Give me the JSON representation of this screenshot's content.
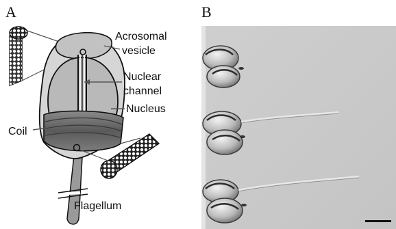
{
  "panel_a": {
    "letter": "A",
    "labels": {
      "acrosomal_vesicle_line1": "Acrosomal",
      "acrosomal_vesicle_line2": "vesicle",
      "nuclear_channel_line1": "Nuclear",
      "nuclear_channel_line2": "channel",
      "nucleus": "Nucleus",
      "coil": "Coil",
      "flagellum": "Flagellum"
    }
  },
  "panel_b": {
    "letter": "B",
    "description": "",
    "scale_bar": true
  },
  "colors": {
    "outline": "#1a1a1a",
    "cell_fill": "#d6d6d6",
    "nucleus_fill": "#b9b9b9",
    "coil_fill": "#6a6a6a",
    "micrograph_bg": "#c9c9c9"
  }
}
